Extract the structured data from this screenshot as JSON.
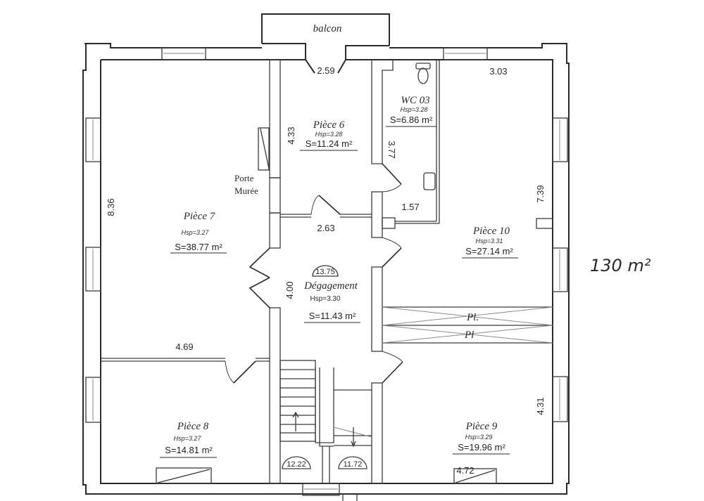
{
  "plan": {
    "balcony_label": "balcon",
    "handwritten_note": "130 m²",
    "rooms": [
      {
        "id": "piece-6",
        "name": "Pièce 6",
        "hsp": "Hsp=3.28",
        "area": "S=11.24 m²"
      },
      {
        "id": "wc-03",
        "name": "WC 03",
        "hsp": "Hsp=3.28",
        "area": "S=6.86 m²"
      },
      {
        "id": "piece-7",
        "name": "Pièce 7",
        "hsp": "Hsp=3.27",
        "area": "S=38.77 m²"
      },
      {
        "id": "piece-10",
        "name": "Pièce 10",
        "hsp": "Hsp=3.31",
        "area": "S=27.14 m²"
      },
      {
        "id": "degagement",
        "name": "Dégagement",
        "hsp": "Hsp=3.30",
        "area": "S=11.43 m²"
      },
      {
        "id": "piece-8",
        "name": "Pièce 8",
        "hsp": "Hsp=3.27",
        "area": "S=14.81 m²"
      },
      {
        "id": "piece-9",
        "name": "Pièce 9",
        "hsp": "Hsp=3.29",
        "area": "S=19.96 m²"
      }
    ],
    "dimensions": {
      "balcony_opening": "2.59",
      "piece6_height": "4.33",
      "piece6_width": "2.63",
      "wc_height": "3.77",
      "wc_width": "1.57",
      "piece10_width": "3.03",
      "piece10_height": "7.39",
      "piece7_height": "8.36",
      "piece8_width": "4.69",
      "degagement_height": "4.00",
      "piece9_height": "4.31",
      "piece9_width": "4.72"
    },
    "levels": {
      "degagement": "13.75",
      "stair_left": "12.22",
      "stair_right": "11.72"
    },
    "annotations": {
      "walled_door_line1": "Porte",
      "walled_door_line2": "Murée",
      "closet_top": "Pl.",
      "closet_bottom": "Pl"
    }
  }
}
